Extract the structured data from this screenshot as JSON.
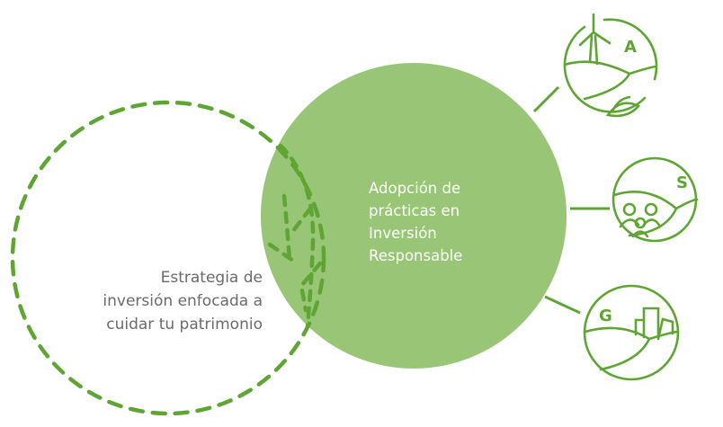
{
  "colors": {
    "accent": "#5fa533",
    "center_fill": "#98c676",
    "left_text": "#6b6b6b",
    "center_text": "#ffffff"
  },
  "left_circle": {
    "style": "dashed",
    "label_lines": [
      "Estrategia de",
      "inversión enfocada a",
      "cuidar tu patrimonio"
    ]
  },
  "center_circle": {
    "style": "filled",
    "label_lines": [
      "Adopción de",
      "prácticas en",
      "Inversión",
      "Responsable"
    ]
  },
  "pillars": [
    {
      "letter": "A",
      "icon": "wind-turbine-landscape-icon"
    },
    {
      "letter": "S",
      "icon": "people-landscape-icon"
    },
    {
      "letter": "G",
      "icon": "buildings-landscape-icon"
    }
  ]
}
